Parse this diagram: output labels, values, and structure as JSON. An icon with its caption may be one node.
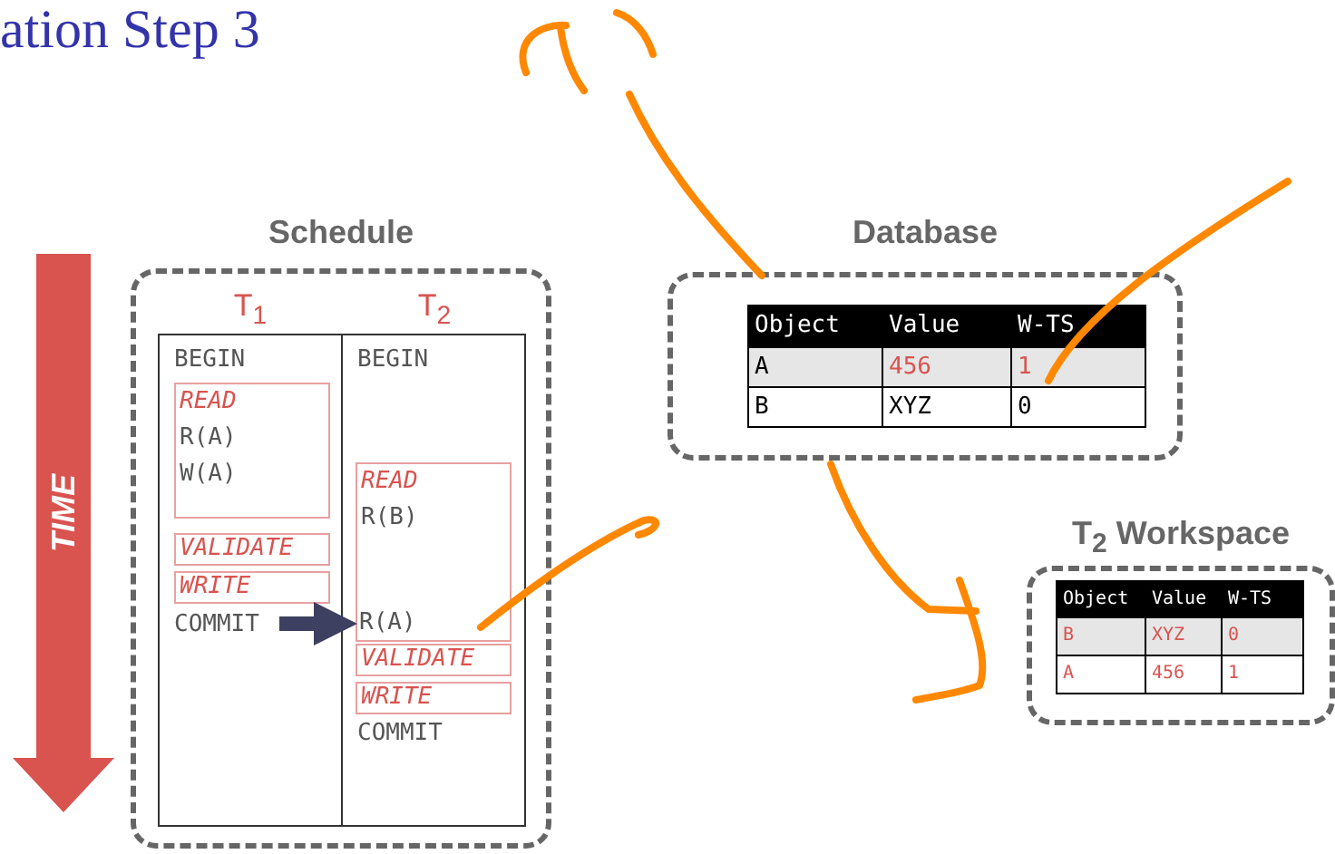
{
  "diagram": {
    "title": "ation Step 3",
    "nodes": [
      {
        "text": [
          "Schedule"
        ]
      },
      {
        "text": [
          "T$_{1}$",
          "BEGIN"
        ],
        "in": 0
      },
      {
        "text": [
          "T$_{2}$",
          "BEGIN",
          "COMMIT"
        ],
        "in": 0
      },
      {
        "text": [
          "READ",
          "R(A)",
          "W(A)"
        ],
        "in": 1
      },
      {
        "text": [
          "VALIDATE"
        ],
        "in": 1
      },
      {
        "text": [
          "WRITE"
        ],
        "in": 1
      },
      {
        "text": [
          "COMMIT"
        ],
        "in": 1
      },
      {
        "text": [
          "READ",
          "R(B)"
        ],
        "in": 2
      },
      {
        "text": [
          "R(A)"
        ],
        "in": 7
      },
      {
        "text": [
          "VALIDATE"
        ],
        "in": 2
      },
      {
        "text": [
          "WRITE"
        ],
        "in": 2
      },
      {
        "text": [
          "Database"
        ]
      },
      {
        "text": [
          "T$_{2}$ Workspace"
        ]
      }
    ],
    "edges": [
      {
        "from": 6,
        "to": 8,
        "arrow": "to"
      }
    ],
    "labels": [
      "TIME",
      "Object",
      "Value",
      "W-TS",
      "A",
      "456",
      "1",
      "B",
      "XYZ",
      "0",
      "Object",
      "Value",
      "W-TS",
      "B",
      "XYZ",
      "0",
      "A",
      "456",
      "1"
    ]
  }
}
